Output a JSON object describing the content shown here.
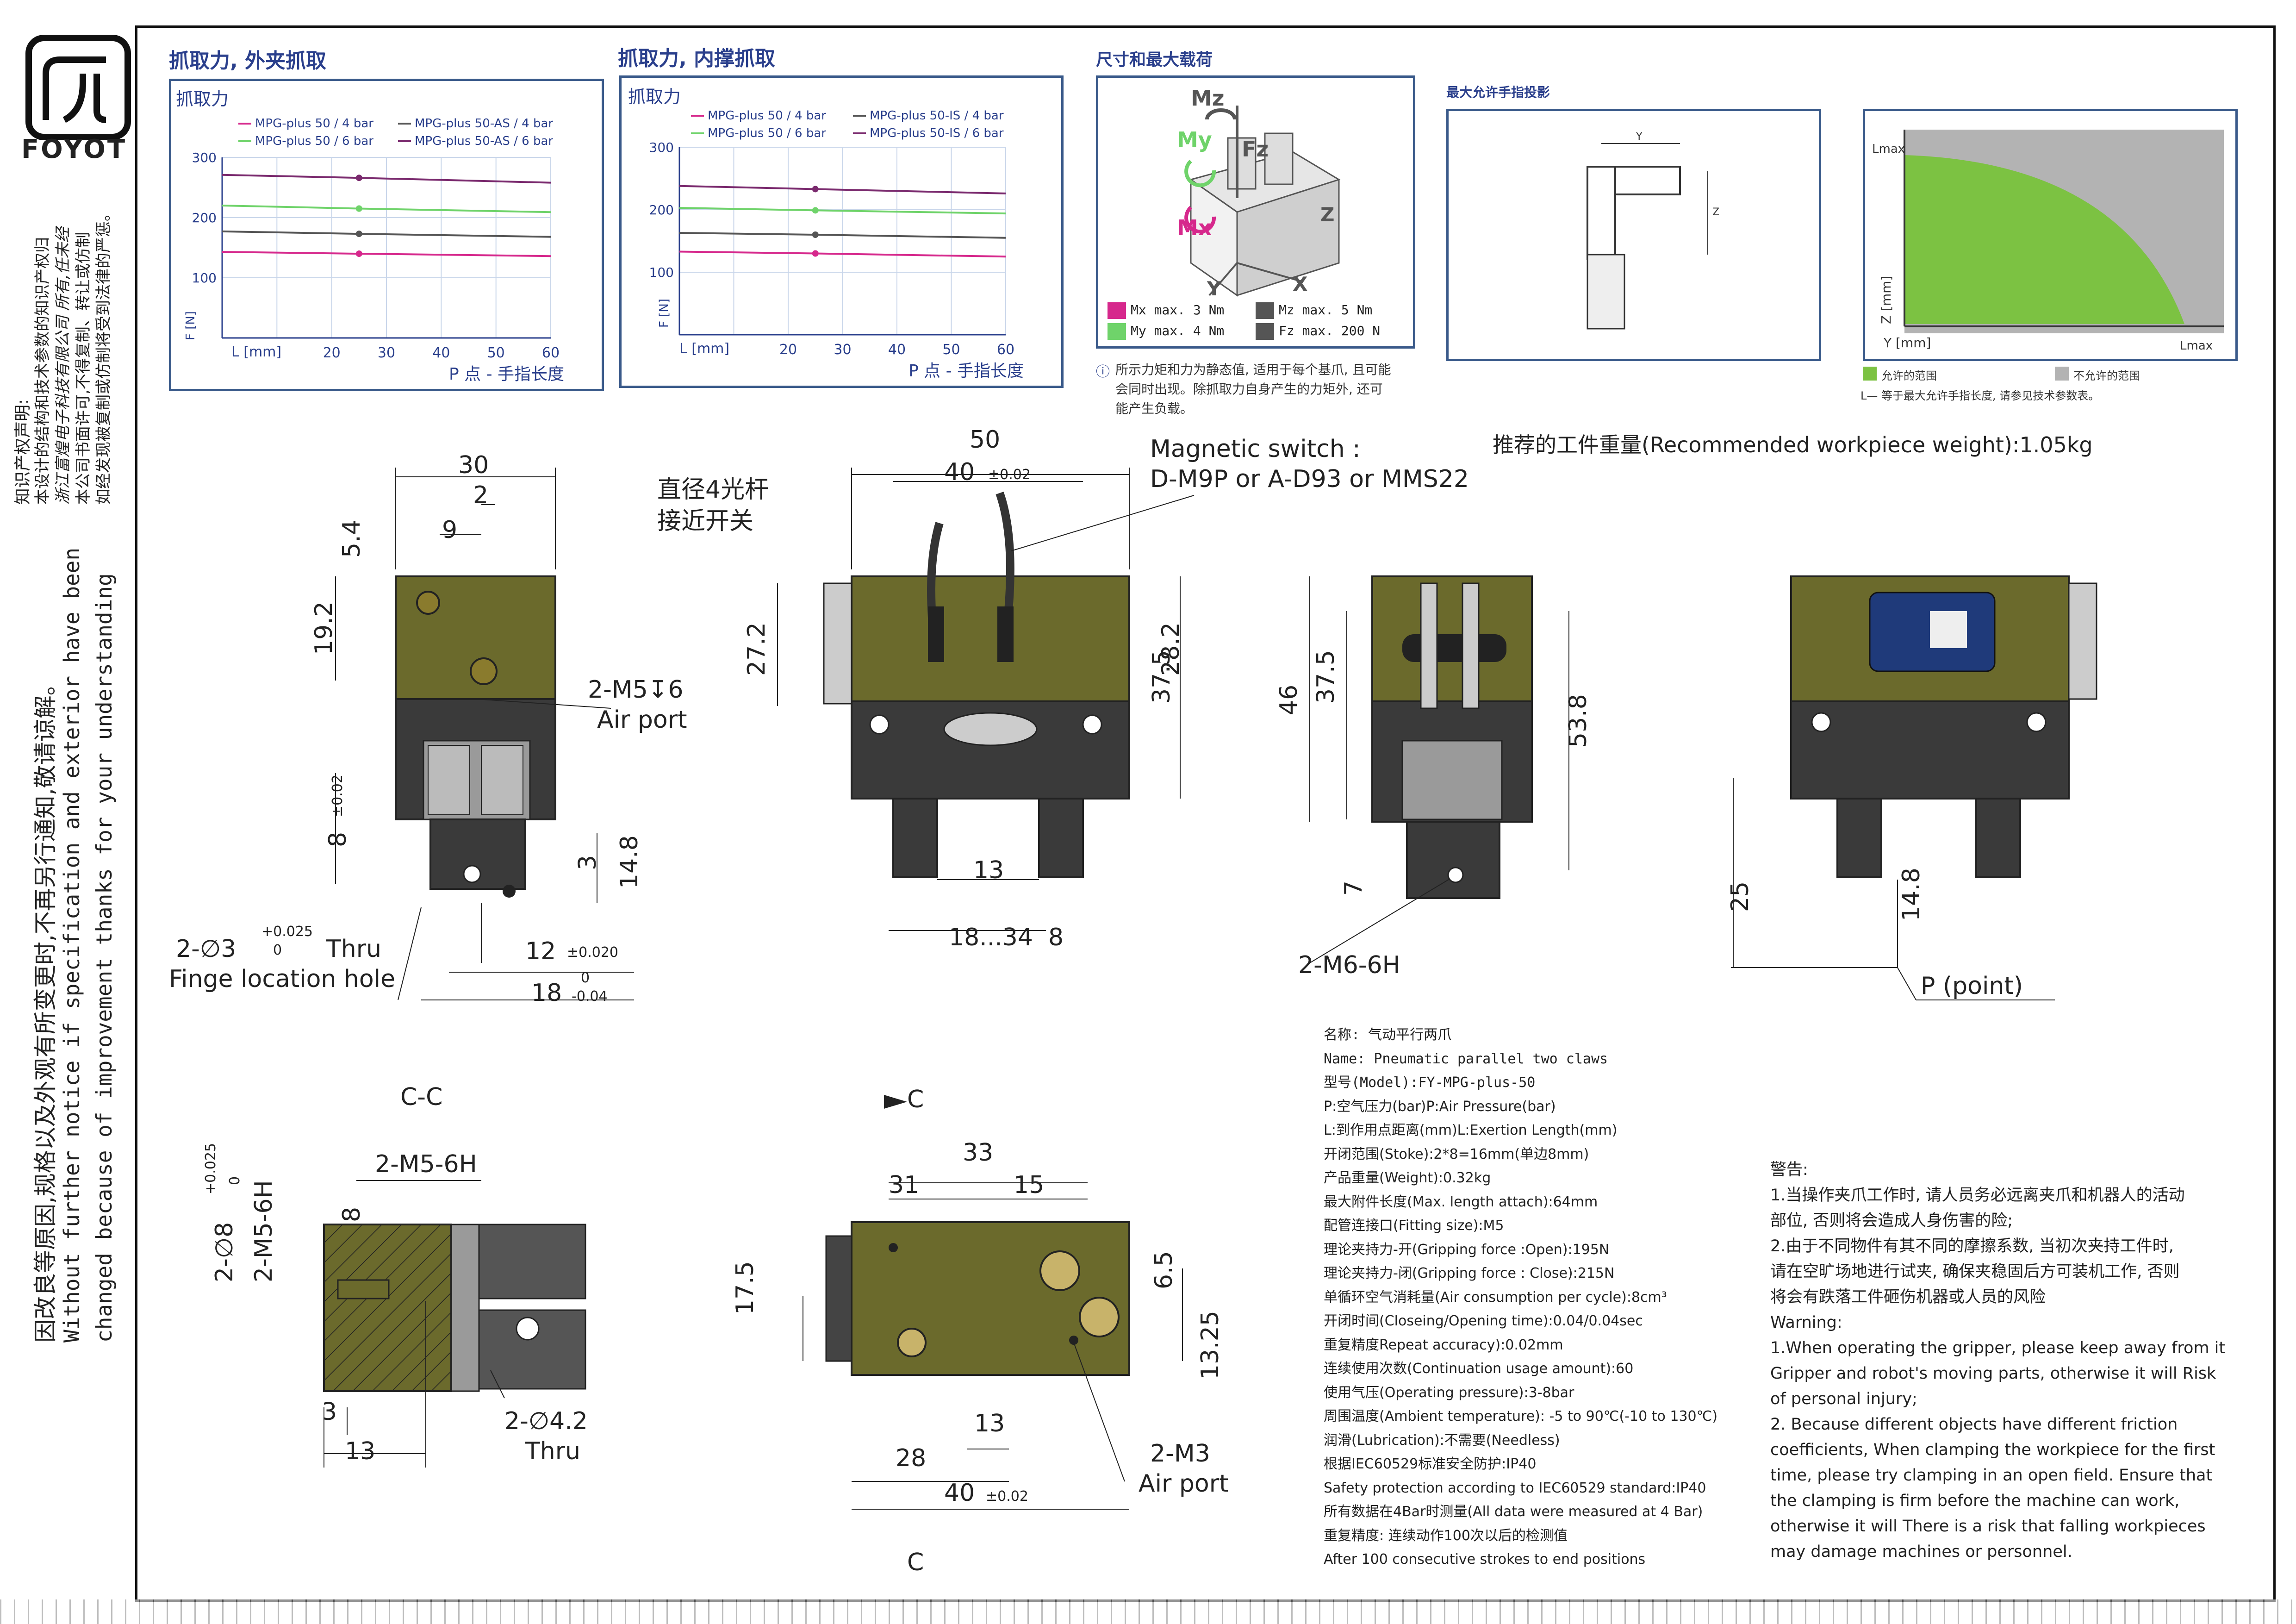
{
  "brand": {
    "name": "FOYOT"
  },
  "side_notes": {
    "ip_title": "知识产权声明:",
    "ip_line1": "本设计的结构和技术参数的知识产权归",
    "ip_line2": "浙江富煌电子科技有限公司 所有,任未经",
    "ip_line3": "本公司书面许可,不得复制、转让或仿制",
    "ip_line4": "如经发现被复制或仿制将受到法律的严惩。",
    "notice_cn": "因改良等原因,规格以及外观有所变更时,不再另行通知,敬请谅解。",
    "notice_en1": "Without further notice if specification and exterior have been",
    "notice_en2": "changed because of improvement thanks for your understanding"
  },
  "chart_outer": {
    "heading": "抓取力, 外夹抓取",
    "inner_label": "抓取力",
    "ylabel": "F [N]",
    "xlabel": "L [mm]",
    "caption": "P 点 - 手指长度",
    "legend": [
      "MPG-plus 50 / 4 bar",
      "MPG-plus 50-AS / 4 bar",
      "MPG-plus 50 / 6 bar",
      "MPG-plus 50-AS / 6 bar"
    ]
  },
  "chart_inner": {
    "heading": "抓取力, 内撑抓取",
    "inner_label": "抓取力",
    "ylabel": "F [N]",
    "xlabel": "L [mm]",
    "caption": "P 点 - 手指长度",
    "legend": [
      "MPG-plus 50 / 4 bar",
      "MPG-plus 50-IS / 4 bar",
      "MPG-plus 50 / 6 bar",
      "MPG-plus 50-IS / 6 bar"
    ]
  },
  "chart_data": [
    {
      "type": "line",
      "title": "抓取力, 外夹抓取",
      "xlabel": "L [mm]",
      "ylabel": "F [N]",
      "x": [
        0,
        25,
        60
      ],
      "xticks": [
        20,
        40,
        60,
        30,
        50
      ],
      "xtick_labels": [
        "20",
        "30",
        "40",
        "50",
        "60"
      ],
      "yticks": [
        100,
        200,
        300
      ],
      "ylim": [
        0,
        300
      ],
      "xlim": [
        0,
        60
      ],
      "grid": true,
      "legend_position": "top",
      "series": [
        {
          "name": "MPG-plus 50 / 4 bar",
          "color": "#d6288c",
          "values": [
            143,
            140,
            136
          ]
        },
        {
          "name": "MPG-plus 50-AS / 4 bar",
          "color": "#555555",
          "values": [
            177,
            173,
            168
          ]
        },
        {
          "name": "MPG-plus 50 / 6 bar",
          "color": "#6fd36a",
          "values": [
            220,
            215,
            209
          ]
        },
        {
          "name": "MPG-plus 50-AS / 6 bar",
          "color": "#7a2a6e",
          "values": [
            271,
            266,
            258
          ]
        }
      ]
    },
    {
      "type": "line",
      "title": "抓取力, 内撑抓取",
      "xlabel": "L [mm]",
      "ylabel": "F [N]",
      "x": [
        0,
        25,
        60
      ],
      "xticks": [
        20,
        30,
        40,
        50,
        60
      ],
      "xtick_labels": [
        "20",
        "30",
        "40",
        "50",
        "60"
      ],
      "yticks": [
        100,
        200,
        300
      ],
      "ylim": [
        0,
        300
      ],
      "xlim": [
        0,
        60
      ],
      "grid": true,
      "legend_position": "top",
      "series": [
        {
          "name": "MPG-plus 50 / 4 bar",
          "color": "#d6288c",
          "values": [
            133,
            130,
            125
          ]
        },
        {
          "name": "MPG-plus 50-IS / 4 bar",
          "color": "#555555",
          "values": [
            163,
            160,
            155
          ]
        },
        {
          "name": "MPG-plus 50 / 6 bar",
          "color": "#6fd36a",
          "values": [
            203,
            199,
            194
          ]
        },
        {
          "name": "MPG-plus 50-IS / 6 bar",
          "color": "#7a2a6e",
          "values": [
            238,
            233,
            226
          ]
        }
      ]
    }
  ],
  "load_panel": {
    "heading": "尺寸和最大载荷",
    "mz": "Mz",
    "my": "My",
    "mx": "Mx",
    "fz": "Fz",
    "axis_z": "Z",
    "axis_y": "Y",
    "axis_x": "X",
    "legend": [
      {
        "label": "Mx max. 3 Nm",
        "color": "#d6288c"
      },
      {
        "label": "Mz max. 5 Nm",
        "color": "#555555"
      },
      {
        "label": "My max. 4 Nm",
        "color": "#6fd36a"
      },
      {
        "label": "Fz max. 200 N",
        "color": "#555555"
      }
    ],
    "note1": "所示力矩和力为静态值, 适用于每个基爪, 且可能",
    "note2": "会同时出现。除抓取力自身产生的力矩外, 还可",
    "note3": "能产生负载。"
  },
  "finger_panel": {
    "heading": "最大允许手指投影",
    "dim_y": "Y",
    "dim_z": "Z",
    "chart_zlabel": "Z [mm]",
    "chart_ylabel": "Y [mm]",
    "lmax": "Lmax",
    "allowed": "允许的范围",
    "not_allowed": "不允许的范围",
    "lnote": "L— 等于最大允许手指长度, 请参见技术参数表。",
    "allowed_color": "#7cc242",
    "not_allowed_color": "#b3b3b3"
  },
  "workpiece": "推荐的工件重量(Recommended workpiece weight):1.05kg",
  "drawing1": {
    "d30": "30",
    "d2": "2",
    "d9": "9",
    "d54": "5.4",
    "d192": "19.2",
    "m5": "2-M5",
    "m5depth": "6",
    "air": "Air port",
    "d8": "8",
    "tol002": "±0.02",
    "d3": "3",
    "d148": "14.8",
    "hole": "2-∅3",
    "hole_tol_up": "+0.025",
    "hole_tol_low": "0",
    "thru": "Thru",
    "finge": "Finge location hole",
    "d12": "12",
    "tol020": "±0.020",
    "d18": "18",
    "tol18_up": "0",
    "tol18_low": "-0.04"
  },
  "drawing2": {
    "d50": "50",
    "d40": "40",
    "tol": "±0.02",
    "switch_label": "Magnetic switch :",
    "switch_models": "D-M9P or A-D93 or MMS22",
    "rod1": "直径4光杆",
    "rod2": "接近开关",
    "d272": "27.2",
    "d282": "28.2",
    "d375": "37.5",
    "d13": "13",
    "d1834": "18...34",
    "d8": "8"
  },
  "drawing3": {
    "d46": "46",
    "d375": "37.5",
    "d538": "53.8",
    "d7": "7",
    "m6": "2-M6-6H"
  },
  "drawing4": {
    "d25": "25",
    "d148": "14.8",
    "point": "P (point)"
  },
  "section": {
    "title": "C-C",
    "m5": "2-M5-6H",
    "m5v": "2-M5-6H",
    "phi8": "2-∅8",
    "tol_up": "+0.025",
    "tol_low": "0",
    "d8": "8",
    "d3": "3",
    "d13": "13",
    "phi42": "2-∅4.2",
    "thru": "Thru"
  },
  "bottom": {
    "c_top": "C",
    "c_bottom": "C",
    "d33": "33",
    "d31": "31",
    "d15": "15",
    "d65": "6.5",
    "d175": "17.5",
    "d1325": "13.25",
    "d13": "13",
    "d28": "28",
    "d40": "40",
    "tol": "±0.02",
    "m3": "2-M3",
    "air": "Air port"
  },
  "specs": [
    "名称: 气动平行两爪",
    "Name: Pneumatic parallel two claws",
    "型号(Model):FY-MPG-plus-50",
    "P:空气压力(bar)P:Air Pressure(bar)",
    "L:到作用点距离(mm)L:Exertion Length(mm)",
    "开闭范围(Stoke):2*8=16mm(单边8mm)",
    "产品重量(Weight):0.32kg",
    "最大附件长度(Max. length attach):64mm",
    "配管连接口(Fitting size):M5",
    "理论夹持力-开(Gripping force :Open):195N",
    "理论夹持力-闭(Gripping force : Close):215N",
    "单循环空气消耗量(Air consumption per cycle):8cm³",
    "开闭时间(Closeing/Opening time):0.04/0.04sec",
    "重复精度Repeat accuracy):0.02mm",
    "连续使用次数(Continuation usage amount):60",
    "使用气压(Operating pressure):3-8bar",
    "周围温度(Ambient temperature): -5 to 90℃(-10 to 130℃)",
    "润滑(Lubrication):不需要(Needless)",
    "根据IEC60529标准安全防护:IP40",
    "Safety protection according to IEC60529 standard:IP40",
    "所有数据在4Bar时测量(All data were measured at 4 Bar)",
    "重复精度: 连续动作100次以后的检测值",
    "After 100 consecutive strokes to end positions"
  ],
  "warnings": [
    "警告:",
    "1.当操作夹爪工作时, 请人员务必远离夹爪和机器人的活动",
    "部位, 否则将会造成人身伤害的险;",
    "2.由于不同物件有其不同的摩擦系数, 当初次夹持工件时,",
    "请在空旷场地进行试夹, 确保夹稳固后方可装机工作, 否则",
    "将会有跌落工件砸伤机器或人员的风险",
    "Warning:",
    "1.When operating the gripper, please keep away from it",
    "Gripper and robot's moving parts, otherwise it will Risk",
    "of personal injury;",
    "2. Because different objects have different friction",
    "coefficients, When clamping the workpiece for the first",
    "time, please try clamping in an open field. Ensure that",
    "the clamping is firm before the machine can work,",
    "otherwise it will There is a risk that falling workpieces",
    "may damage machines or personnel."
  ]
}
